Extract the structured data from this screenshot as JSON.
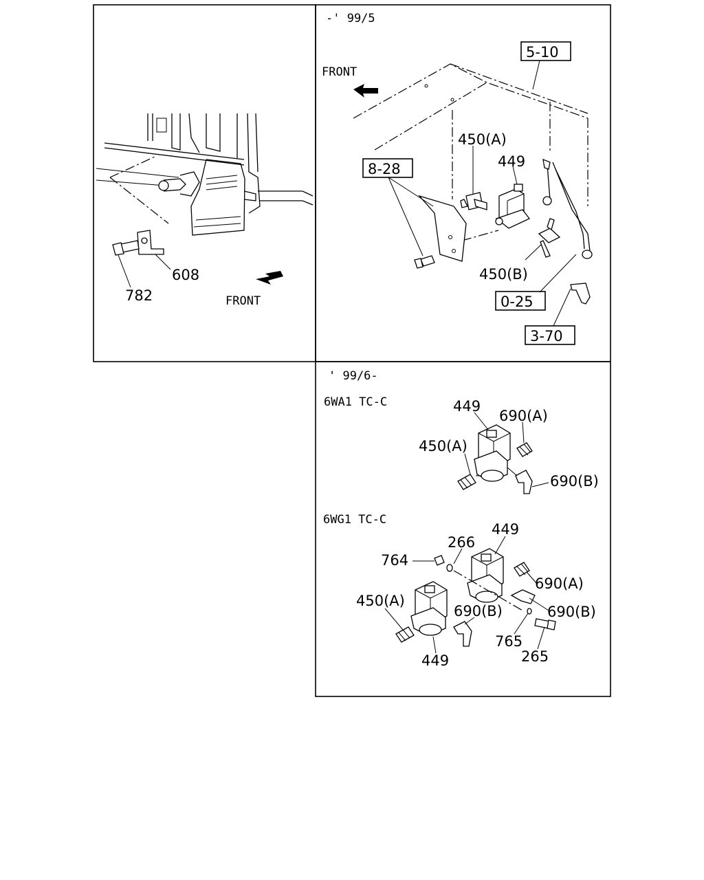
{
  "panels": {
    "top_right": {
      "period": "-' 99/5",
      "front": "FRONT",
      "refs": [
        "5-10",
        "8-28",
        "0-25",
        "3-70"
      ],
      "parts": {
        "p450a": "450(A)",
        "p449": "449",
        "p450b": "450(B)"
      }
    },
    "top_left": {
      "front": "FRONT",
      "parts": {
        "p608": "608",
        "p782": "782"
      }
    },
    "bottom": {
      "period": "' 99/6-",
      "variant1": {
        "name": "6WA1 TC-C",
        "parts": {
          "p449": "449",
          "p690a": "690(A)",
          "p450a": "450(A)",
          "p690b": "690(B)"
        }
      },
      "variant2": {
        "name": "6WG1 TC-C",
        "parts": {
          "p266": "266",
          "p449_top": "449",
          "p764": "764",
          "p690a": "690(A)",
          "p450a": "450(A)",
          "p690b_left": "690(B)",
          "p690b_right": "690(B)",
          "p765": "765",
          "p449_bottom": "449",
          "p265": "265"
        }
      }
    }
  },
  "colors": {
    "line": "#000000",
    "background": "#ffffff"
  }
}
